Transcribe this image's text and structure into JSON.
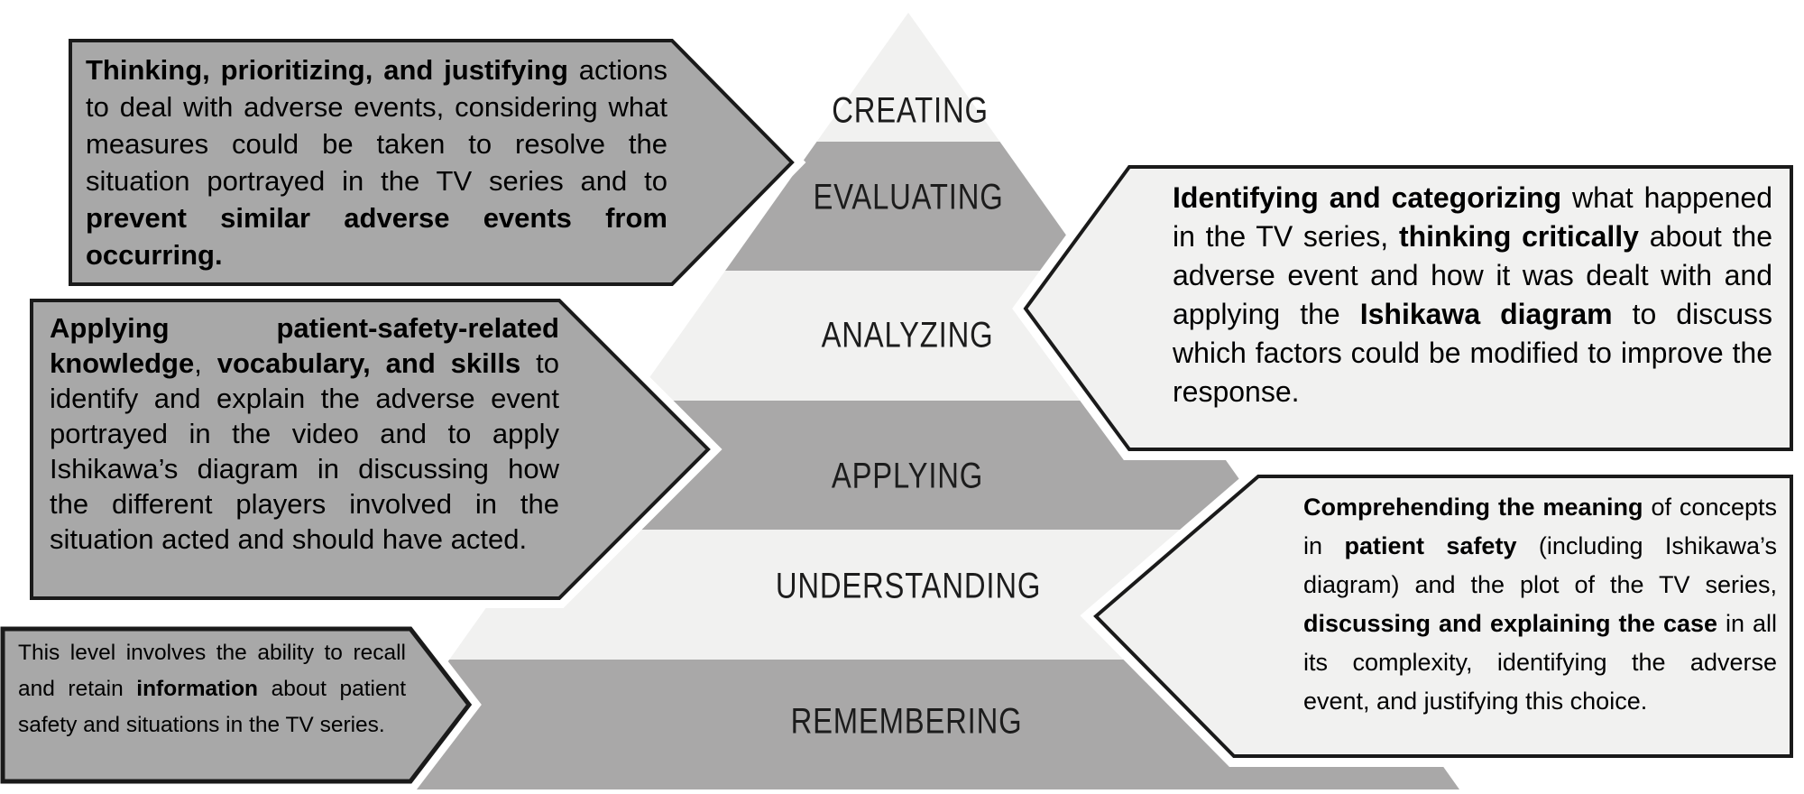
{
  "figure": {
    "description_label": "Bloom's taxonomy pyramid with level descriptions"
  },
  "colors": {
    "background": "#ffffff",
    "band_light": "#f1f1f0",
    "band_gray": "#a9a8a8",
    "callout_gray_fill": "#a8a8a8",
    "callout_light_fill": "#f1f1f0",
    "callout_border": "#1a1a1a",
    "halo": "#ffffff",
    "label_text": "#1c1c1c"
  },
  "pyramid": {
    "levels": [
      {
        "label": "CREATING"
      },
      {
        "label": "EVALUATING"
      },
      {
        "label": "ANALYZING"
      },
      {
        "label": "APPLYING"
      },
      {
        "label": "UNDERSTANDING"
      },
      {
        "label": "REMEMBERING"
      }
    ]
  },
  "callouts": {
    "left_top": {
      "level": "EVALUATING / CREATING",
      "segments": [
        {
          "t": "Thinking, prioritizing, and justifying",
          "b": true
        },
        {
          "t": " actions to deal with adverse events, considering what measures could be taken to resolve the situation portrayed in the TV series and to ",
          "b": false
        },
        {
          "t": "prevent similar adverse events from occurring.",
          "b": true
        }
      ]
    },
    "left_middle": {
      "level": "APPLYING",
      "segments": [
        {
          "t": "Applying patient-safety-related knowledge",
          "b": true
        },
        {
          "t": ", ",
          "b": false
        },
        {
          "t": "vocabulary, and skills",
          "b": true
        },
        {
          "t": " to identify and explain the adverse event portrayed in the video and to apply Ishikawa’s diagram in discussing how the different players involved in the situation acted and should have acted.",
          "b": false
        }
      ]
    },
    "left_bottom": {
      "level": "REMEMBERING",
      "segments": [
        {
          "t": "This level involves the ability to recall and retain ",
          "b": false
        },
        {
          "t": "information",
          "b": true
        },
        {
          "t": " about patient safety and situations in the TV series.",
          "b": false
        }
      ]
    },
    "right_top": {
      "level": "ANALYZING",
      "segments": [
        {
          "t": "Identifying and categorizing",
          "b": true
        },
        {
          "t": " what happened in the TV series, ",
          "b": false
        },
        {
          "t": "thinking critically",
          "b": true
        },
        {
          "t": " about the adverse event and how it was dealt with and applying the ",
          "b": false
        },
        {
          "t": "Ishikawa diagram",
          "b": true
        },
        {
          "t": " to discuss which factors could be modified to improve the response.",
          "b": false
        }
      ]
    },
    "right_bottom": {
      "level": "UNDERSTANDING",
      "segments": [
        {
          "t": "Comprehending the meaning",
          "b": true
        },
        {
          "t": " of concepts in ",
          "b": false
        },
        {
          "t": "patient safety",
          "b": true
        },
        {
          "t": " (including Ishikawa’s diagram) and the plot of the TV series, ",
          "b": false
        },
        {
          "t": "discussing and explaining the case",
          "b": true
        },
        {
          "t": " in all its complexity, identifying the adverse event, and justifying this choice.",
          "b": false
        }
      ]
    }
  }
}
